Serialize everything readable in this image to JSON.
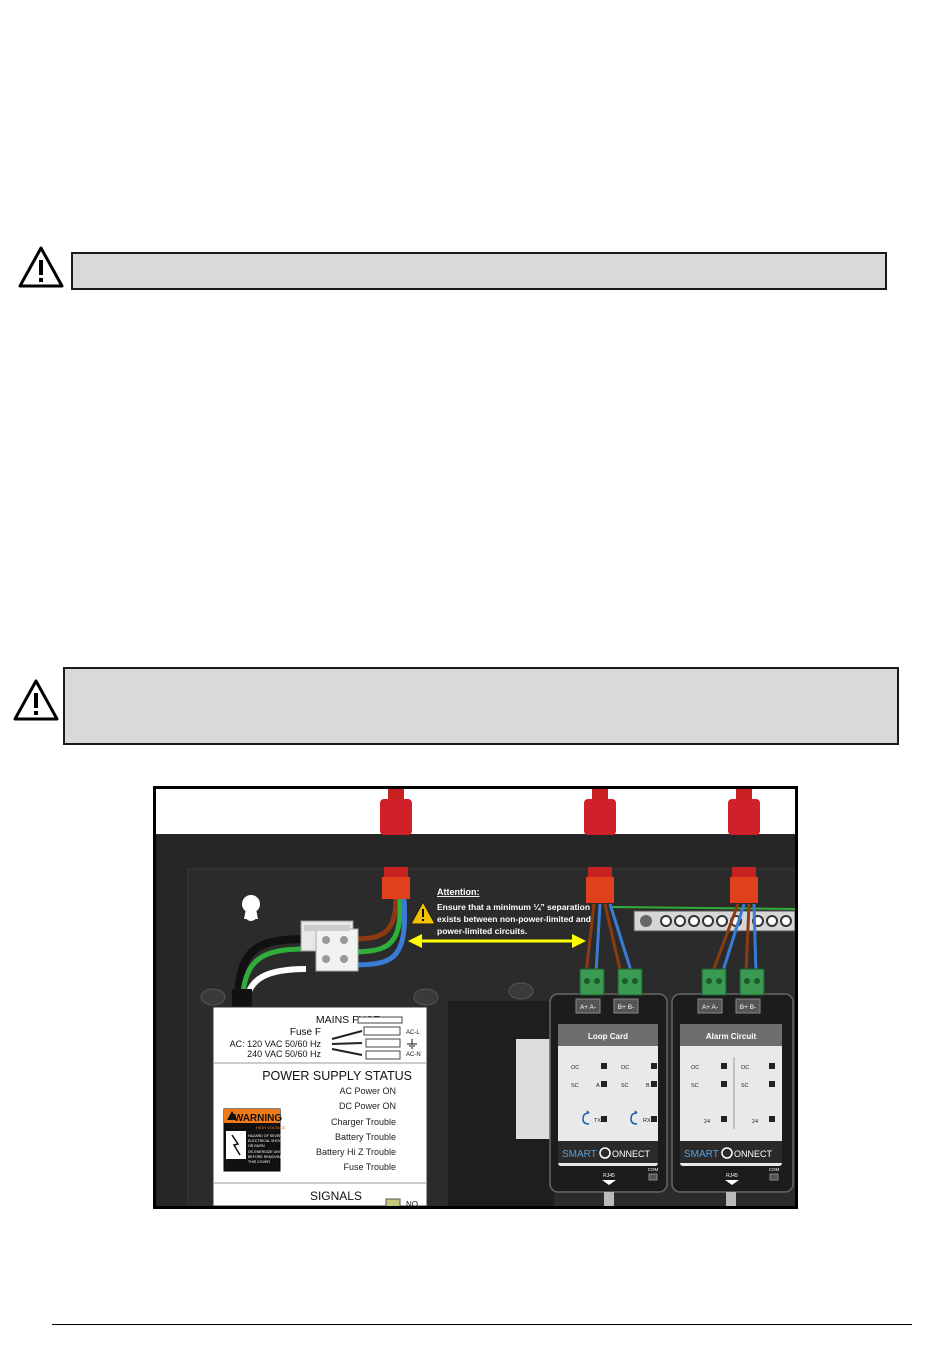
{
  "figure": {
    "attention_title": "Attention:",
    "attention_line1": "Ensure that a minimum ¼” separation",
    "attention_line2": "exists between non-power-limited and",
    "attention_line3": "power-limited circuits.",
    "psu": {
      "mains_fuse": "MAINS FUSE",
      "fuse_f": "Fuse F",
      "ac_line1": "AC: 120 VAC  50/60 Hz",
      "ac_line2": "240 VAC  50/60 Hz",
      "ac_l": "AC-L",
      "ac_n": "AC-N",
      "status_title": "POWER SUPPLY STATUS",
      "status_items": [
        "AC Power ON",
        "DC Power ON",
        "Charger Trouble",
        "Battery Trouble",
        "Battery Hi Z Trouble",
        "Fuse Trouble"
      ],
      "warning_title": "WARNING",
      "warning_sub": "HIGH VOLTAGE",
      "warning_text": [
        "HAZARD OF SEVERE",
        "ELECTRICAL SHOCK",
        "OR BURN",
        "DE-ENERGIZE UNIT",
        "BEFORE REMOVING",
        "THIS COVER"
      ],
      "signals_title": "SIGNALS",
      "signals_no": "NO"
    },
    "loop_card": {
      "title": "Loop Card",
      "terminals_left": "A+ A-",
      "terminals_right": "B+ B-",
      "oc_left": "OC",
      "oc_right": "OC",
      "sc_left": "SC",
      "sc_right": "SC",
      "a_label": "A",
      "b_label": "B",
      "tx": "TX",
      "rx": "RX",
      "brand_smart": "SMART",
      "brand_connect": "ONNECT",
      "rj45": "RJ45",
      "com": "COM"
    },
    "alarm_card": {
      "title": "Alarm Circuit",
      "terminals_left": "A+ A-",
      "terminals_right": "B+ B-",
      "oc_left": "OC",
      "oc_right": "OC",
      "sc_left": "SC",
      "sc_right": "SC",
      "v24_left": "24",
      "v24_right": "24",
      "brand_smart": "SMART",
      "brand_connect": "ONNECT",
      "rj45": "RJ45",
      "com": "COM"
    }
  },
  "colors": {
    "note_fill": "#d9d9d9",
    "panel": "#262626",
    "gland_red": "#d0202a",
    "wire_brown": "#8b3a12",
    "wire_blue": "#3a7bd5",
    "wire_green": "#2fae3a",
    "attention_arrow": "#ffff00",
    "terminal_green": "#3a9a52",
    "brand_blue": "#5aa0dc",
    "warning_orange": "#f07a1a"
  }
}
